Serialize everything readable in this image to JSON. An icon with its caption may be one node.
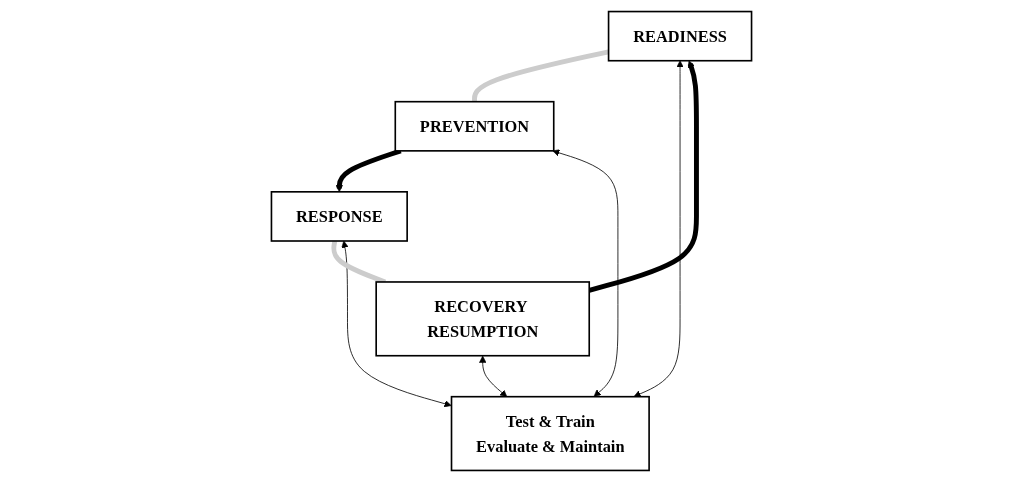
{
  "diagram": {
    "nodes": [
      {
        "text": [
          "READINESS"
        ]
      },
      {
        "text": [
          "RECOVERY RESUMPTION"
        ]
      },
      {
        "text": [
          "Test & Train",
          "Evaluate & Maintain"
        ]
      },
      {
        "text": [
          "PREVENTION"
        ]
      },
      {
        "text": [
          "RESPONSE"
        ]
      }
    ],
    "edges": [
      {
        "from": 2,
        "to": 0,
        "arrow": "both"
      },
      {
        "from": 1,
        "to": 2,
        "arrow": "both"
      },
      {
        "from": 2,
        "to": 3,
        "arrow": "both"
      },
      {
        "from": 2,
        "to": 4,
        "arrow": "both"
      },
      {
        "from": 0,
        "to": 3,
        "arrow": "none",
        "style": "thick",
        "color": "#cccccc"
      },
      {
        "from": 3,
        "to": 4,
        "arrow": "to",
        "style": "thick"
      },
      {
        "from": 4,
        "to": 1,
        "arrow": "none",
        "style": "thick",
        "color": "#cccccc"
      },
      {
        "from": 1,
        "to": 0,
        "arrow": "to",
        "style": "thick"
      }
    ]
  }
}
